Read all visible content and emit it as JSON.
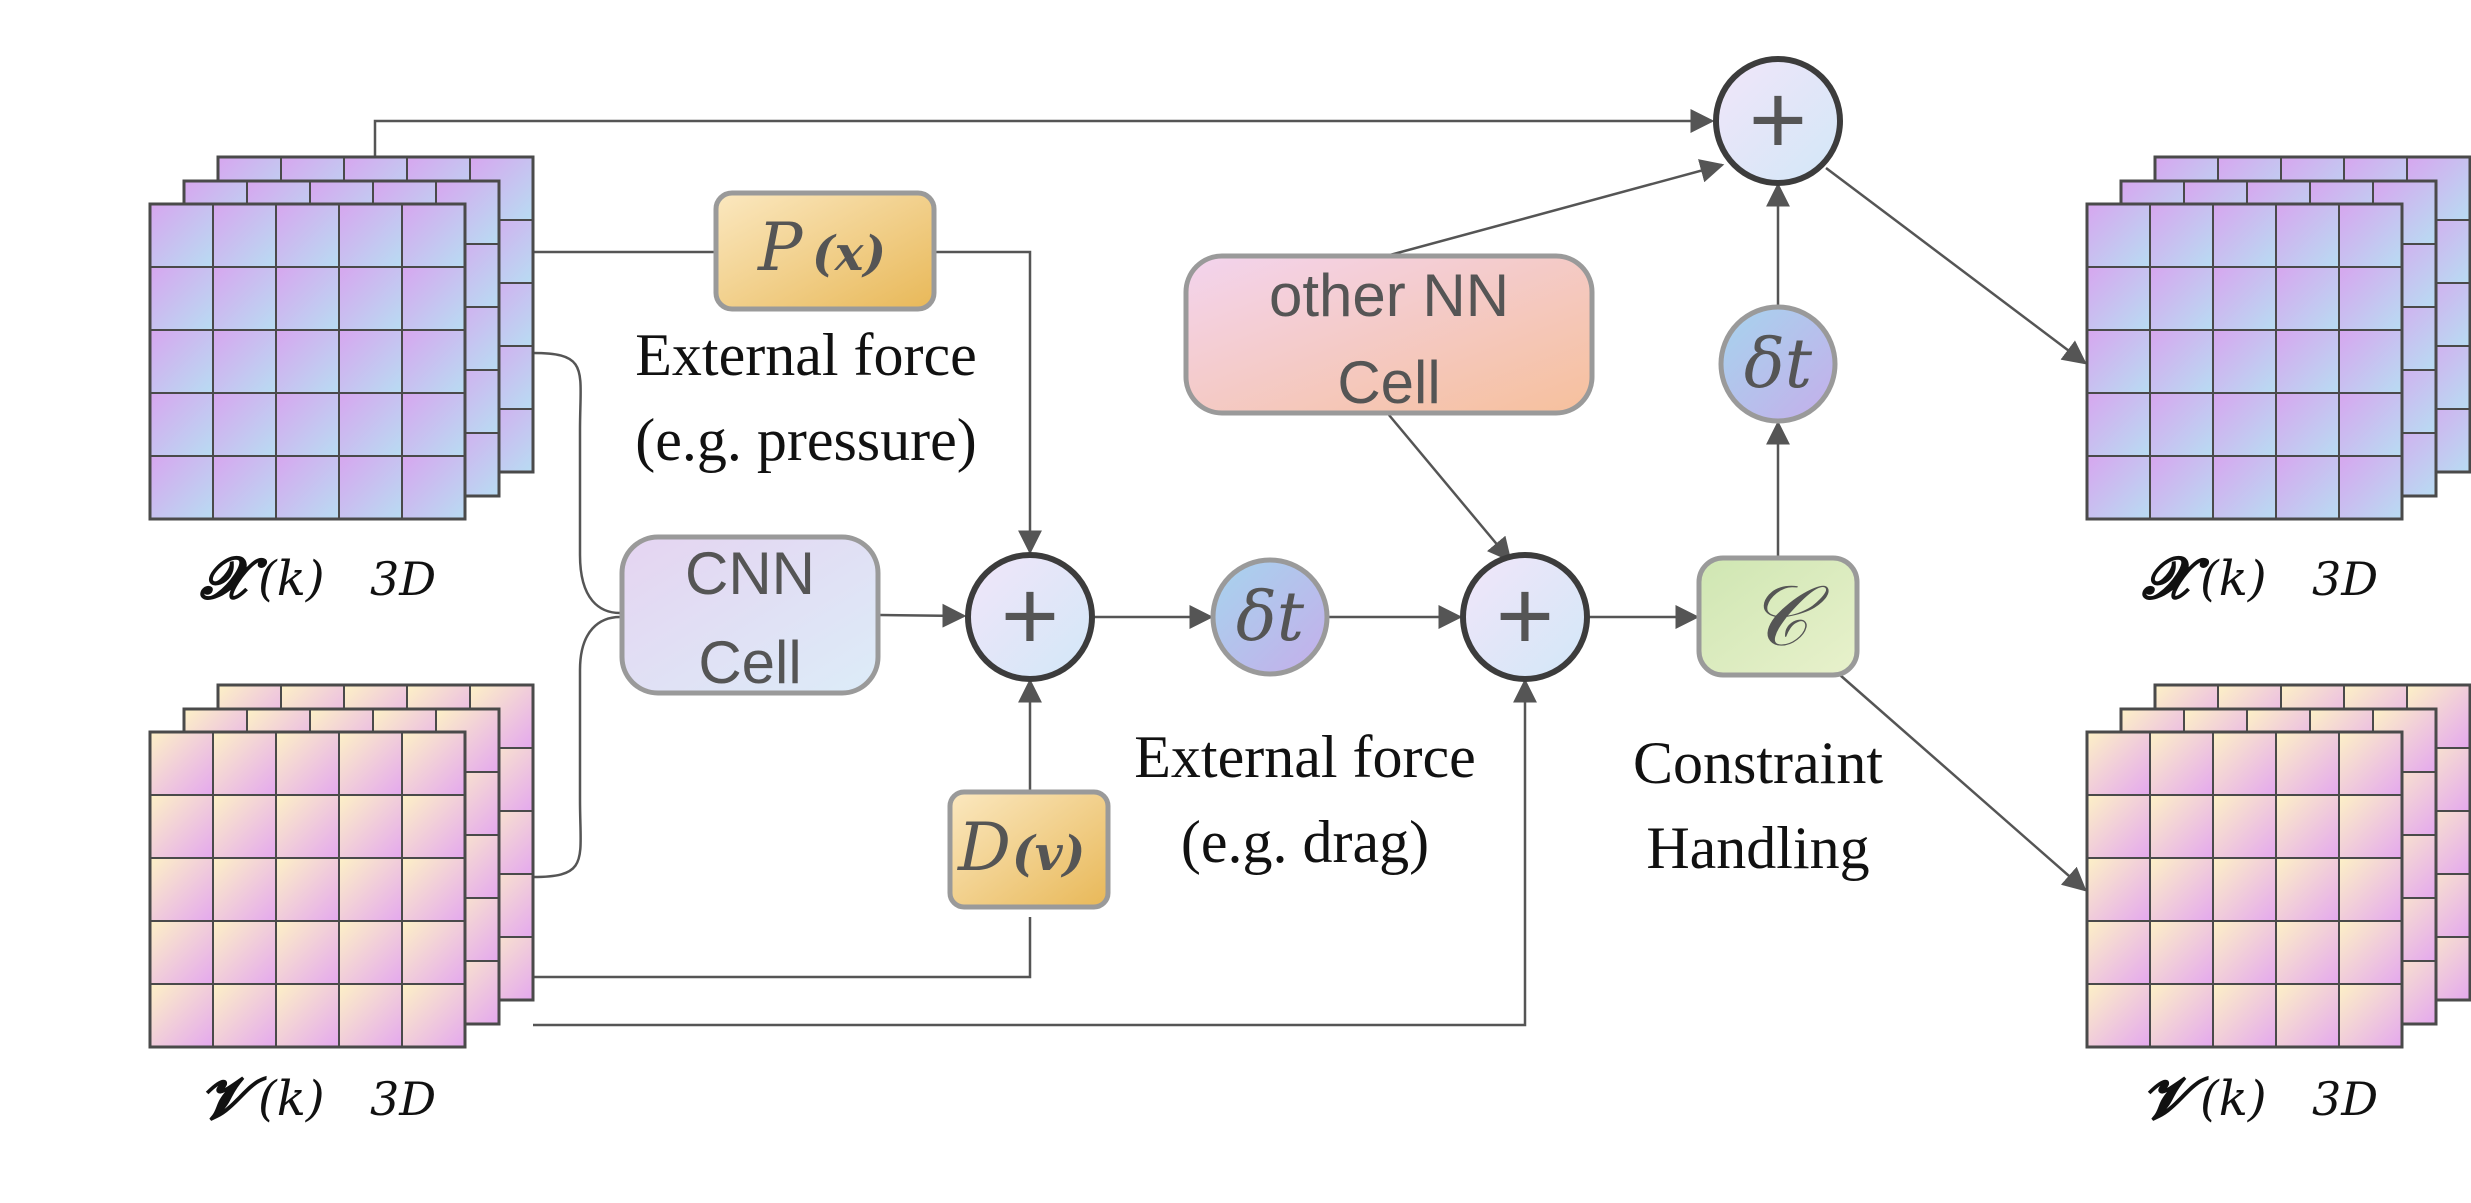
{
  "x_input": {
    "symbol": "𝓧",
    "index": "(k)",
    "dim": "3D"
  },
  "v_input": {
    "symbol": "𝓥",
    "index": "(k)",
    "dim": "3D"
  },
  "x_output": {
    "symbol": "𝓧",
    "index": "(k)",
    "dim": "3D"
  },
  "v_output": {
    "symbol": "𝓥",
    "index": "(k)",
    "dim": "3D"
  },
  "pressure_box": {
    "func": "P",
    "arg": "(x)"
  },
  "pressure_caption": {
    "line1": "External force",
    "line2": "(e.g. pressure)"
  },
  "cnn_cell": {
    "line1": "CNN",
    "line2": "Cell"
  },
  "drag_box": {
    "func": "D",
    "arg": "(v)"
  },
  "drag_caption": {
    "line1": "External force",
    "line2": "(e.g. drag)"
  },
  "other_nn_cell": {
    "line1": "other NN",
    "line2": "Cell"
  },
  "delta_t": "δt",
  "plus": "+",
  "constraint_symbol": "𝒞",
  "constraint_caption": {
    "line1": "Constraint",
    "line2": "Handling"
  },
  "colors": {
    "line": "#555555",
    "grid_line": "#4a4a4a",
    "node_border": "#3c3c3c",
    "x_grid_a": "#d7a6ef",
    "x_grid_b": "#b8dcf2",
    "v_grid_a": "#fdf1c6",
    "v_grid_b": "#e4a8ee",
    "pressure_a": "#fbe8c0",
    "pressure_b": "#e8b858",
    "cnn_a": "#e5d4f1",
    "cnn_b": "#dcecf8",
    "other_a": "#f3d4ee",
    "other_b": "#f6c09c",
    "constraint_a": "#cfe6b2",
    "constraint_b": "#e8f1cc",
    "dt_a": "#a6d4ee",
    "dt_b": "#c5aeea",
    "plus_a": "#f1e6f9",
    "plus_b": "#d2e7f8"
  }
}
